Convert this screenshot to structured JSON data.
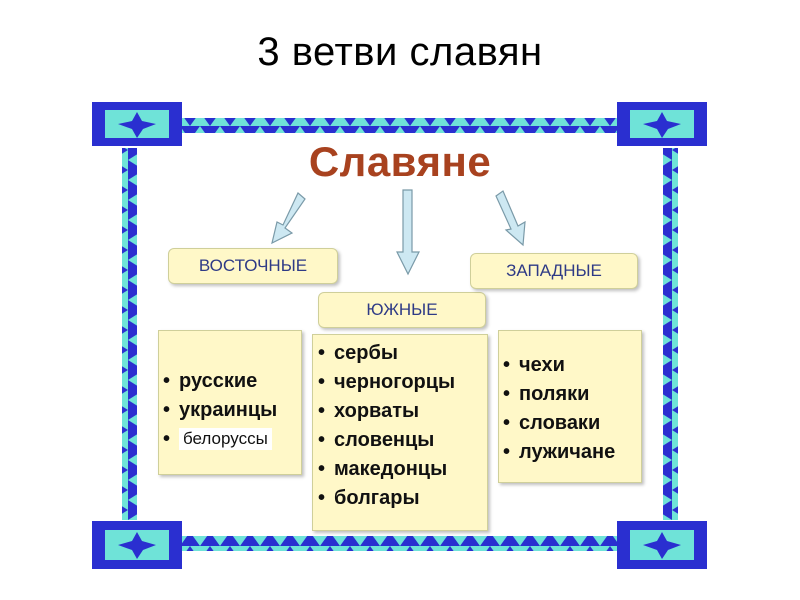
{
  "slide": {
    "title": "3 ветви славян"
  },
  "diagram": {
    "heading": "Славяне",
    "branches": {
      "east": {
        "label": "ВОСТОЧНЫЕ",
        "peoples": [
          "русские",
          "украинцы",
          "белоруссы"
        ]
      },
      "south": {
        "label": "ЮЖНЫЕ",
        "peoples": [
          "сербы",
          "черногорцы",
          "хорваты",
          "словенцы",
          "македонцы",
          "болгары"
        ]
      },
      "west": {
        "label": "ЗАПАДНЫЕ",
        "peoples": [
          "чехи",
          "поляки",
          "словаки",
          "лужичане"
        ]
      }
    }
  },
  "colors": {
    "heading": "#a8421f",
    "label_text": "#2e3a86",
    "box_fill": "#fff8c8",
    "frame_blue": "#2a2fd0",
    "frame_teal": "#6fe3d8",
    "arrow_fill": "#cde8f2"
  }
}
